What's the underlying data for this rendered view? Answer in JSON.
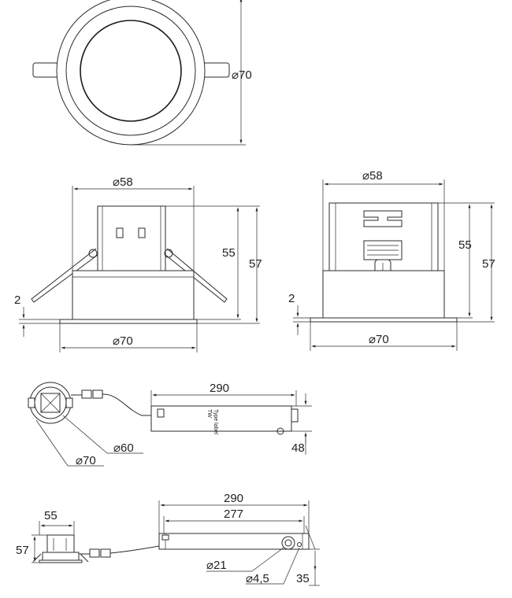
{
  "dimensions": {
    "top_view": {
      "diameter": "⌀70"
    },
    "side_view_1": {
      "top_diameter": "⌀58",
      "bottom_diameter": "⌀70",
      "height_inner": "55",
      "height_outer": "57",
      "flange": "2"
    },
    "side_view_2": {
      "top_diameter": "⌀58",
      "bottom_diameter": "⌀70",
      "height_inner": "55",
      "height_outer": "57",
      "flange": "2"
    },
    "driver_top": {
      "length": "290",
      "height": "48",
      "cutout": "⌀60",
      "outer": "⌀70"
    },
    "driver_side": {
      "length_outer": "290",
      "length_inner": "277",
      "lamp_width": "55",
      "lamp_height": "57",
      "hole_large": "⌀21",
      "hole_small": "⌀4,5",
      "offset": "35"
    }
  },
  "labels": {
    "type_label_line1": "TW",
    "type_label_line2": "Type label"
  }
}
